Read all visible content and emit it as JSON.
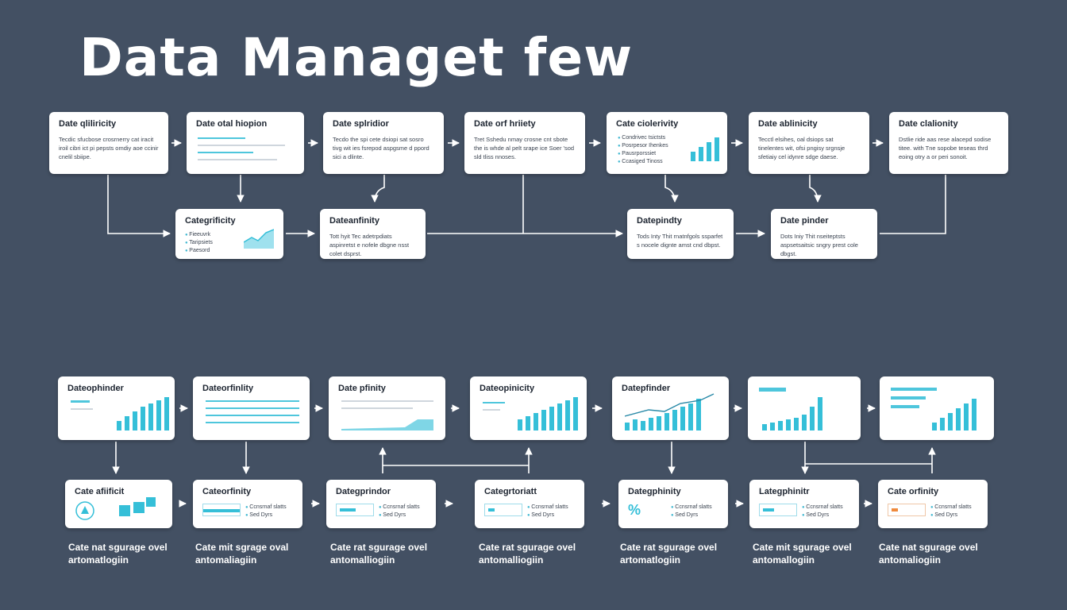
{
  "title": "Data Managet few",
  "top_row": [
    {
      "title": "Date qliliricity",
      "text": "Tecdic sfucbose crosrnerry cat iracit iroil cibri ict pi pepsts omdiy aoe ccinir cnelil sbiipe."
    },
    {
      "title": "Date otal hiopion",
      "text": ""
    },
    {
      "title": "Date splridior",
      "text": "Tecdo the spi cete dsiopi sat sosro tivg wit ies fsrepod aspgsme d ppord sici a dlinte."
    },
    {
      "title": "Date orf hriiety",
      "text": "Tret Sshedu nmay crosne cnt sbote the is whde al pelt srape ice Soer 'sod sld tliss nnoses."
    },
    {
      "title": "Cate ciolerivity",
      "text": ""
    },
    {
      "title": "Date ablinicity",
      "text": "Tecctl elsihes, oal dsiops sat tinelentes wit, ofsi pngisy srgnsje sfetiaiy cel idynre sdge daese."
    },
    {
      "title": "Date clalionity",
      "text": "Dstlie ride aas rese alacepd sodise titee. with Tne sopobe teseas thrd eoing otry a or peri sonoit."
    }
  ],
  "top_checks": [
    "Condrivec tsictsts",
    "Posrpesor Ihenkes",
    "Pausrporssiet",
    "Ccasiged Tinoss"
  ],
  "mid_row": [
    {
      "title": "Categrificity",
      "text": ""
    },
    {
      "title": "Dateanfinity",
      "text": "Tott hyit Tec adetrpdiats aspinretst e nofele dbgne nsst colet dsprst."
    },
    {
      "title": "Datepindty",
      "text": "Tods Inty Thit rnatnfgols ssparfet s nocele dignte amst cnd dbpst."
    },
    {
      "title": "Date pinder",
      "text": "Dots Iniy Thit nseiteptsts aspsetsaitsic sngry prest cole dbgst."
    }
  ],
  "mid_checks": [
    "Fieeuvrk",
    "Taripsiets",
    "Paesord"
  ],
  "bottom_upper": [
    {
      "title": "Dateophinder"
    },
    {
      "title": "Dateorfinlity"
    },
    {
      "title": "Date pfinity"
    },
    {
      "title": "Dateopinicity"
    },
    {
      "title": "Datepfinder"
    },
    {
      "title": ""
    },
    {
      "title": ""
    }
  ],
  "bottom_lower": [
    {
      "title": "Cate afiificit"
    },
    {
      "title": "Cateorfinity"
    },
    {
      "title": "Dategprindor"
    },
    {
      "title": "Categrtoriatt"
    },
    {
      "title": "Dategphinity"
    },
    {
      "title": "Lategphinitr"
    },
    {
      "title": "Cate orfinity"
    }
  ],
  "legend": {
    "a": "Ccnsrnaf slatts",
    "b": "Sed Dyrs"
  },
  "captions": [
    {
      "l1": "Cate nat sgurage ovel",
      "l2": "artomatlogiin"
    },
    {
      "l1": "Cate mit sgrage oval",
      "l2": "antomaliagiin"
    },
    {
      "l1": "Cate rat sgurage ovel",
      "l2": "antomalliogiin"
    },
    {
      "l1": "Cate rat sgurage ovel",
      "l2": "antomalliogiin"
    },
    {
      "l1": "Cate rat sgurage ovel",
      "l2": "artomatlogiin"
    },
    {
      "l1": "Cate mit sgurage ovel",
      "l2": "antomallogiin"
    },
    {
      "l1": "Cate nat sgurage ovel",
      "l2": "antomaliogiin"
    }
  ],
  "colors": {
    "background": "#435063",
    "accent": "#35bfd8",
    "card": "#ffffff",
    "text": "#1c2430"
  }
}
